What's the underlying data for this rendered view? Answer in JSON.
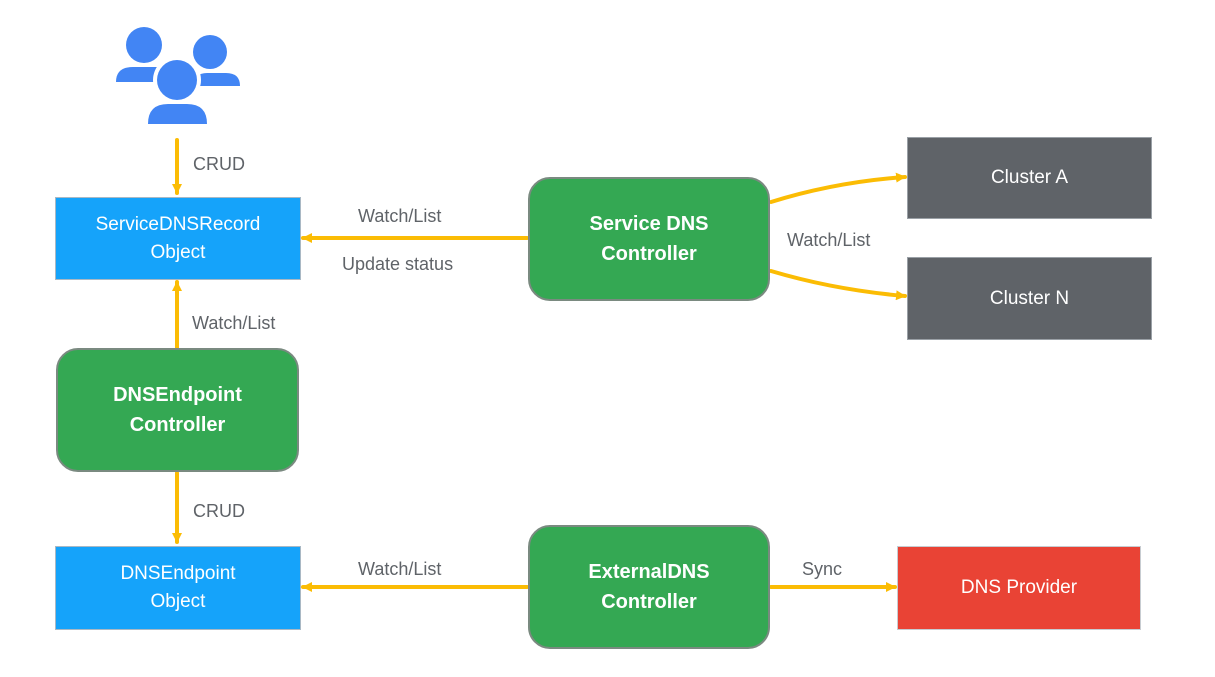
{
  "colors": {
    "arrow": "#fbbc04",
    "users_icon": "#4285f4",
    "resource": "#15a3fa",
    "controller": "#34a853",
    "cluster": "#5f6368",
    "provider": "#e94335",
    "label_text": "#5f6368"
  },
  "icons": {
    "users": "users-group-icon"
  },
  "nodes": {
    "service_dns_record": {
      "line1": "ServiceDNSRecord",
      "line2": "Object"
    },
    "service_dns_controller": {
      "line1": "Service DNS",
      "line2": "Controller"
    },
    "cluster_a": {
      "label": "Cluster A"
    },
    "cluster_n": {
      "label": "Cluster N"
    },
    "dnsendpoint_controller": {
      "line1": "DNSEndpoint",
      "line2": "Controller"
    },
    "dnsendpoint_object": {
      "line1": "DNSEndpoint",
      "line2": "Object"
    },
    "externaldns_controller": {
      "line1": "ExternalDNS",
      "line2": "Controller"
    },
    "dns_provider": {
      "label": "DNS Provider"
    }
  },
  "edges": {
    "users_crud": "CRUD",
    "sdc_watch_list": "Watch/List",
    "sdc_update_status": "Update status",
    "clusters_watch_list": "Watch/List",
    "dec_watch_list": "Watch/List",
    "dec_crud": "CRUD",
    "edc_watch_list": "Watch/List",
    "edc_sync": "Sync"
  }
}
